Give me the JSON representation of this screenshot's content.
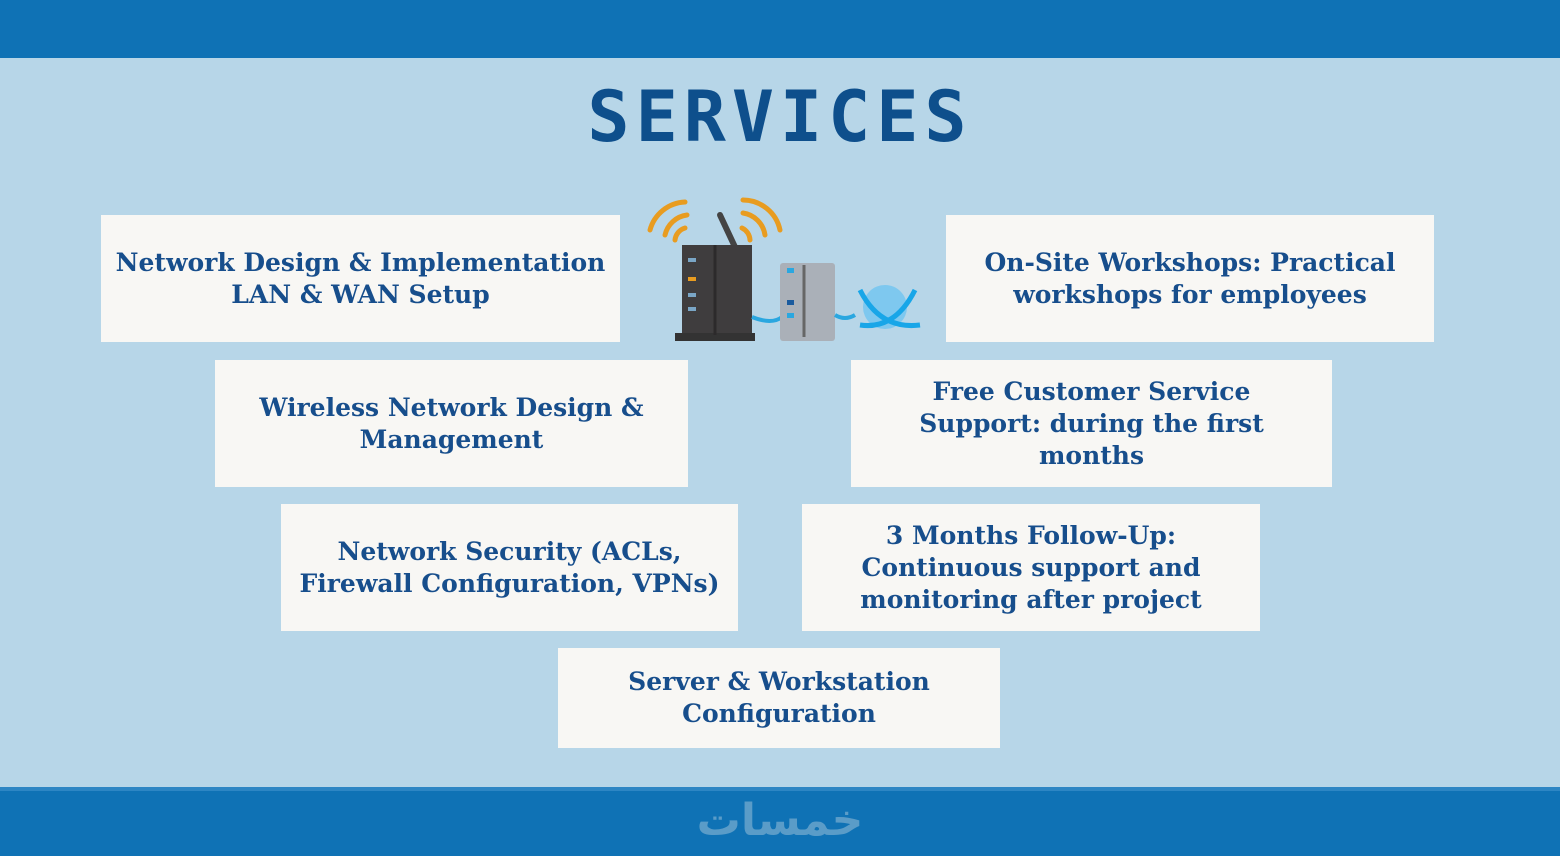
{
  "title": "SERVICES",
  "services": [
    {
      "text": "Network Design & Implementation LAN & WAN Setup"
    },
    {
      "text": "On-Site Workshops: Practical workshops for employees"
    },
    {
      "text": "Wireless Network Design & Management"
    },
    {
      "text": "Free Customer Service Support: during the first months"
    },
    {
      "text": "Network Security (ACLs, Firewall Configuration, VPNs)"
    },
    {
      "text": "3 Months Follow-Up: Continuous support and monitoring after project"
    },
    {
      "text": "Server & Workstation Configuration"
    }
  ],
  "footer": {
    "logo_text": "خمسات"
  },
  "colors": {
    "bar": "#0f72b5",
    "background": "#b7d6e8",
    "text": "#174e8c"
  }
}
